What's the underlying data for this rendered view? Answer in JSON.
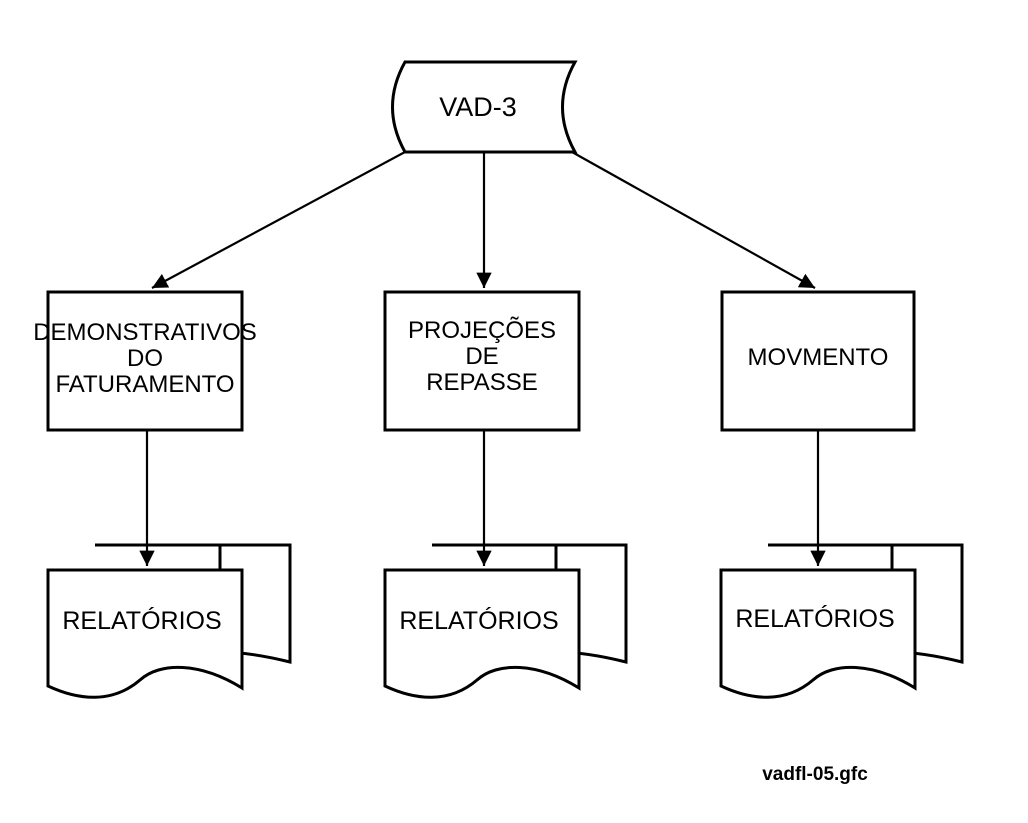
{
  "root": {
    "label": "VAD-3"
  },
  "processes": [
    {
      "lines": [
        "DEMONSTRATIVOS",
        "DO",
        "FATURAMENTO"
      ]
    },
    {
      "lines": [
        "PROJEÇÕES",
        "DE",
        "REPASSE"
      ]
    },
    {
      "lines": [
        "MOVMENTO"
      ]
    }
  ],
  "reports": [
    {
      "label": "RELATÓRIOS"
    },
    {
      "label": "RELATÓRIOS"
    },
    {
      "label": "RELATÓRIOS"
    }
  ],
  "footer": {
    "filename": "vadfl-05.gfc"
  }
}
